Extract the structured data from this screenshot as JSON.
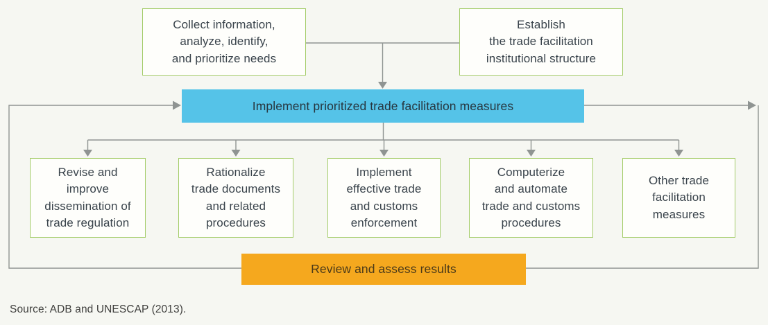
{
  "diagram": {
    "boxes": {
      "collect": {
        "label": "Collect information,\nanalyze, identify,\nand prioritize needs"
      },
      "establish": {
        "label": "Establish\nthe trade facilitation\ninstitutional structure"
      },
      "implement": {
        "label": "Implement prioritized trade facilitation measures"
      },
      "review": {
        "label": "Review and assess results"
      }
    },
    "measures": [
      {
        "label": "Revise and\nimprove\ndissemination of\ntrade regulation"
      },
      {
        "label": "Rationalize\ntrade documents\nand related\nprocedures"
      },
      {
        "label": "Implement\neffective trade\nand customs\nenforcement"
      },
      {
        "label": "Computerize\nand automate\ntrade and customs\nprocedures"
      },
      {
        "label": "Other trade\nfacilitation\nmeasures"
      }
    ],
    "colors": {
      "background": "#f6f7f2",
      "implement_fill": "#55c3e8",
      "review_fill": "#f5a81e",
      "measure_border": "#a3cc68",
      "connector_gray": "#8f9492"
    }
  },
  "footer": {
    "source": "Source: ADB and UNESCAP (2013)."
  }
}
